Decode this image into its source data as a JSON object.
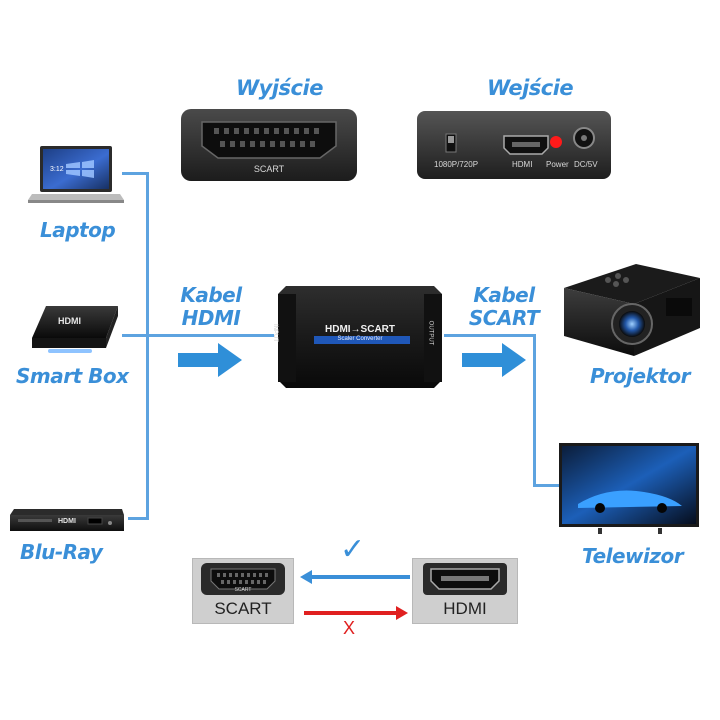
{
  "ports": {
    "output_title": "Wyjście",
    "input_title": "Wejście",
    "scart_port_label": "SCART",
    "switch_label": "1080P/720P",
    "hdmi_port_label": "HDMI",
    "power_label": "Power",
    "dc_label": "DC/5V"
  },
  "sources": [
    {
      "label": "Laptop"
    },
    {
      "label": "Smart Box"
    },
    {
      "label": "Blu-Ray"
    }
  ],
  "screen_text": {
    "laptop_time": "3:12",
    "smartbox_brand": "HDMI",
    "bluray_brand": "HDMI"
  },
  "cables": {
    "hdmi_line1": "Kabel",
    "hdmi_line2": "HDMI",
    "scart_line1": "Kabel",
    "scart_line2": "SCART"
  },
  "converter": {
    "title": "HDMI→SCART",
    "subtitle": "Scaler Converter",
    "input_label": "INPUT",
    "output_label": "OUTPUT"
  },
  "outputs": [
    {
      "label": "Projektor"
    },
    {
      "label": "Telewizor"
    }
  ],
  "direction": {
    "left_box": "SCART",
    "left_port_small": "SCART",
    "right_box": "HDMI",
    "check_mark": "✓",
    "cross_mark": "X",
    "check_color": "#3a8fd8",
    "cross_color": "#e02020"
  },
  "colors": {
    "accent": "#3a8fd8",
    "line": "#5da3e0",
    "arrow": "#2f8fd8"
  }
}
